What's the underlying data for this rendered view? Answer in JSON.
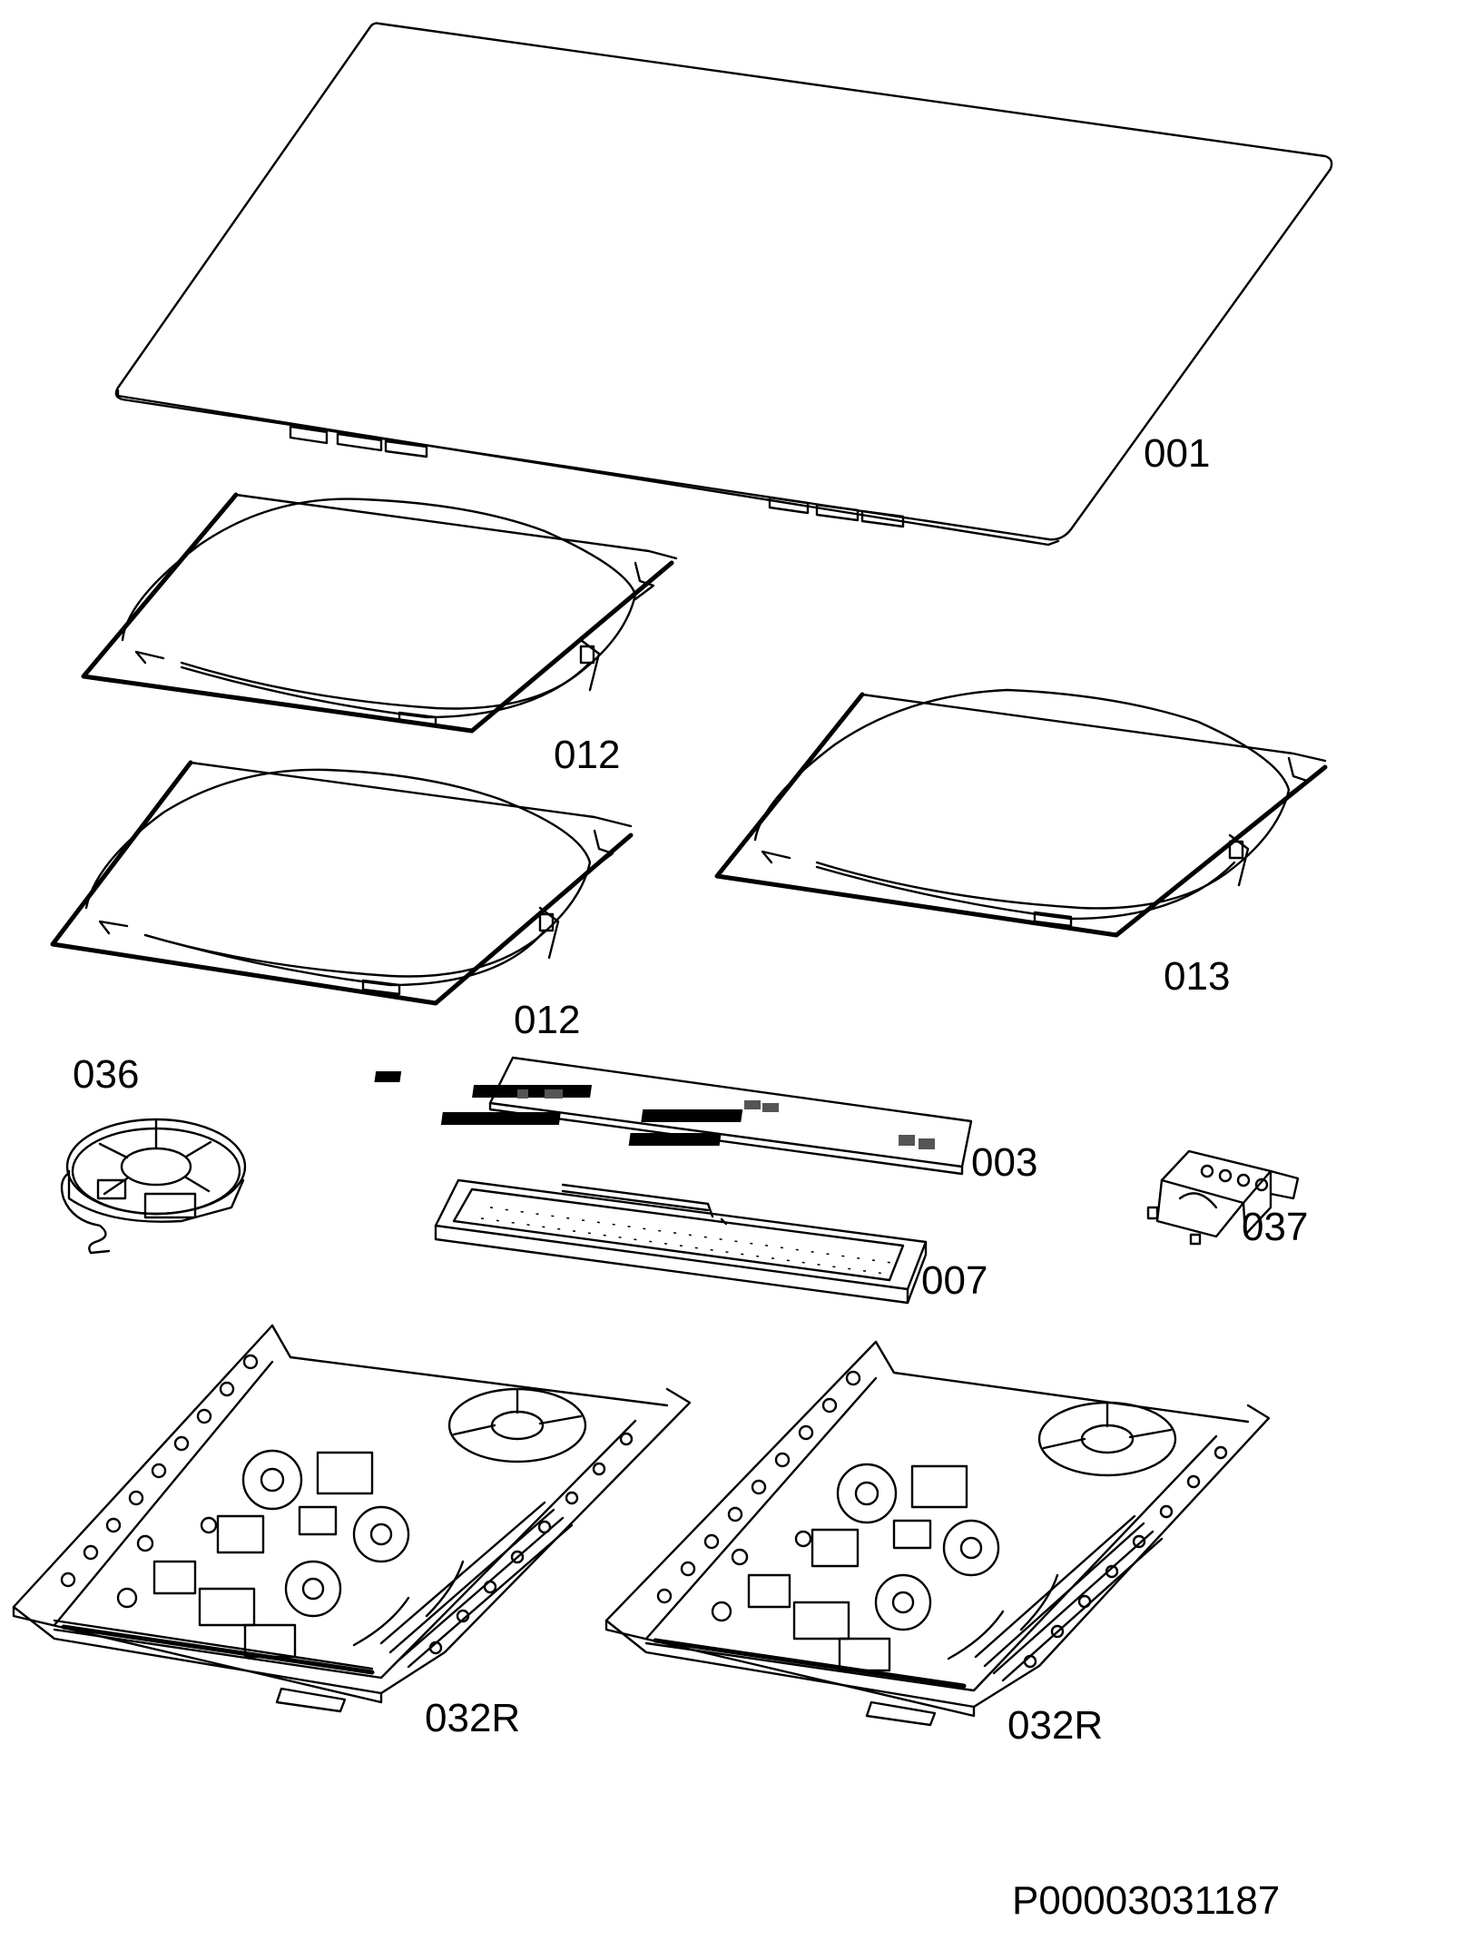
{
  "labels": {
    "p001": "001",
    "p012_top": "012",
    "p012_bottom": "012",
    "p013": "013",
    "p036": "036",
    "p003": "003",
    "p007": "007",
    "p037": "037",
    "p032r_left": "032R",
    "p032r_right": "032R"
  },
  "document_code": "P00003031187",
  "colors": {
    "ink": "#000000",
    "paper": "#ffffff"
  }
}
